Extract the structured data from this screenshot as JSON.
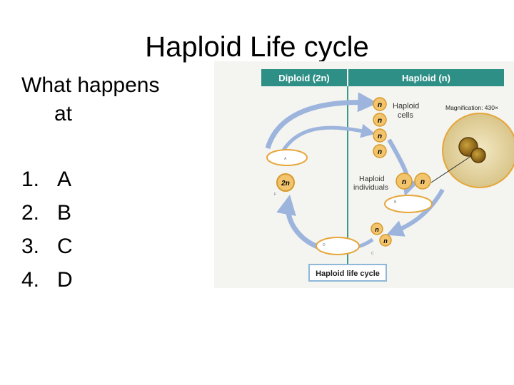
{
  "slide": {
    "title": "Haploid Life cycle",
    "question_line1": "What happens",
    "question_line2": "at",
    "options": [
      {
        "number": "1.",
        "label": "A"
      },
      {
        "number": "2.",
        "label": "B"
      },
      {
        "number": "3.",
        "label": "C"
      },
      {
        "number": "4.",
        "label": "D"
      }
    ]
  },
  "figure": {
    "header_diploid": "Diploid (2n)",
    "header_haploid": "Haploid (n)",
    "haploid_cells_line1": "Haploid",
    "haploid_cells_line2": "cells",
    "magnification": "Magnification: 430×",
    "diploid_label": "2n",
    "haploid_individuals_line1": "Haploid",
    "haploid_individuals_line2": "individuals",
    "n_symbol": "n",
    "marker_a": "A",
    "marker_b": "B",
    "marker_c": "C",
    "marker_d": "D",
    "marker_f": "F",
    "footer": "Haploid life cycle",
    "colors": {
      "header_bg": "#2e8f86",
      "arrow": "#9db4dd",
      "cell_fill": "#f2c46e",
      "cell_stroke": "#d79a2a",
      "oval_stroke": "#e6a63a",
      "divider": "#3a9a8a"
    }
  }
}
